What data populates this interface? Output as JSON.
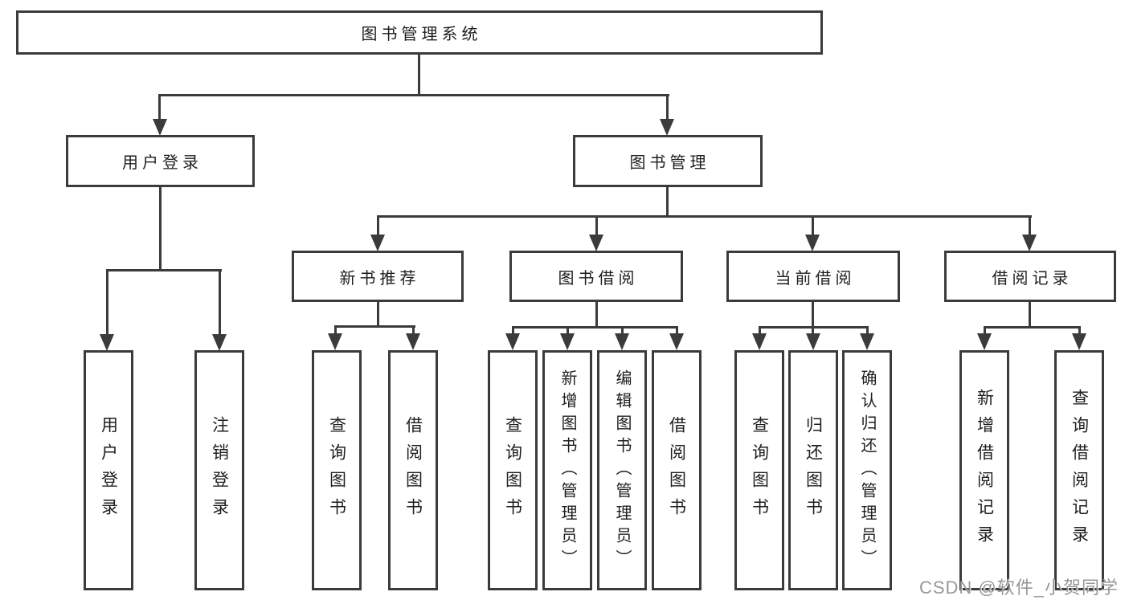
{
  "diagram": {
    "root": {
      "label": "图书管理系统"
    },
    "level2": [
      {
        "label": "用户登录"
      },
      {
        "label": "图书管理"
      }
    ],
    "level3": [
      {
        "label": "新书推荐"
      },
      {
        "label": "图书借阅"
      },
      {
        "label": "当前借阅"
      },
      {
        "label": "借阅记录"
      }
    ],
    "level4": [
      {
        "label": "用户登录"
      },
      {
        "label": "注销登录"
      },
      {
        "label": "查询图书"
      },
      {
        "label": "借阅图书"
      },
      {
        "label": "查询图书"
      },
      {
        "label": "新增图书（管理员）"
      },
      {
        "label": "编辑图书（管理员）"
      },
      {
        "label": "借阅图书"
      },
      {
        "label": "查询图书"
      },
      {
        "label": "归还图书"
      },
      {
        "label": "确认归还（管理员）"
      },
      {
        "label": "新增借阅记录"
      },
      {
        "label": "查询借阅记录"
      }
    ]
  },
  "watermark": {
    "text": "CSDN @软件_小贺同学"
  },
  "colors": {
    "line": "#3b3b3b",
    "text": "#1e1e1e",
    "background": "#ffffff",
    "watermark": "#979797"
  }
}
